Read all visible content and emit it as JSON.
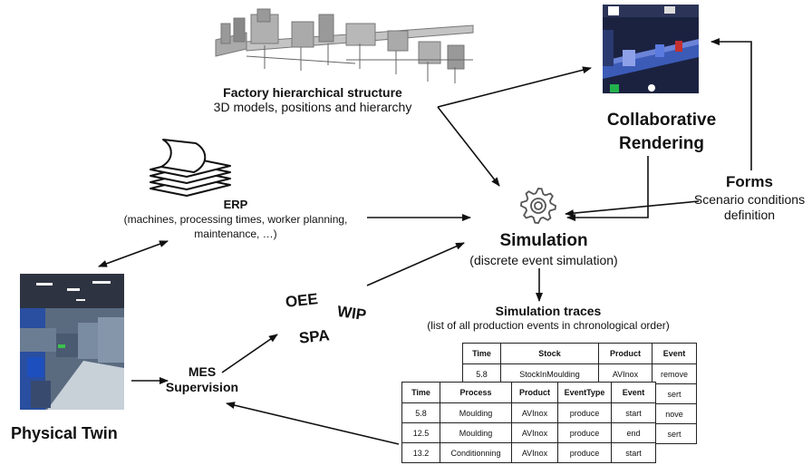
{
  "factory": {
    "title": "Factory hierarchical structure",
    "subtitle": "3D models, positions and hierarchy"
  },
  "rendering": {
    "line1": "Collaborative",
    "line2": "Rendering"
  },
  "forms": {
    "title": "Forms",
    "line1": "Scenario conditions",
    "line2": "definition"
  },
  "erp": {
    "title": "ERP",
    "line1": "(machines, processing times, worker planning,",
    "line2": "maintenance, …)"
  },
  "simulation": {
    "title": "Simulation",
    "subtitle": "(discrete event simulation)"
  },
  "traces": {
    "title": "Simulation traces",
    "subtitle": "(list of all production events in chronological order)"
  },
  "kpis": {
    "oee": "OEE",
    "wip": "WIP",
    "spa": "SPA"
  },
  "mes": {
    "line1": "MES",
    "line2": "Supervision"
  },
  "physical_twin": {
    "label": "Physical Twin"
  },
  "table_back": {
    "headers": [
      "Time",
      "Stock",
      "Product",
      "Event"
    ],
    "row1": [
      "5.8",
      "StockInMoulding",
      "AVInox",
      "remove"
    ],
    "partial_events": [
      "sert",
      "nove",
      "sert"
    ]
  },
  "table_front": {
    "headers": [
      "Time",
      "Process",
      "Product",
      "EventType",
      "Event"
    ],
    "rows": [
      [
        "5.8",
        "Moulding",
        "AVInox",
        "produce",
        "start"
      ],
      [
        "12.5",
        "Moulding",
        "AVInox",
        "produce",
        "end"
      ],
      [
        "13.2",
        "Conditionning",
        "AVInox",
        "produce",
        "start"
      ]
    ]
  },
  "colors": {
    "arrow": "#111111",
    "screen_bg": "#1b2240",
    "factory_floor": "#9aa3ad"
  },
  "icons": [
    "factory-3d-model",
    "documents-stack-icon",
    "gear-icon",
    "factory-photo",
    "render-screenshot"
  ]
}
